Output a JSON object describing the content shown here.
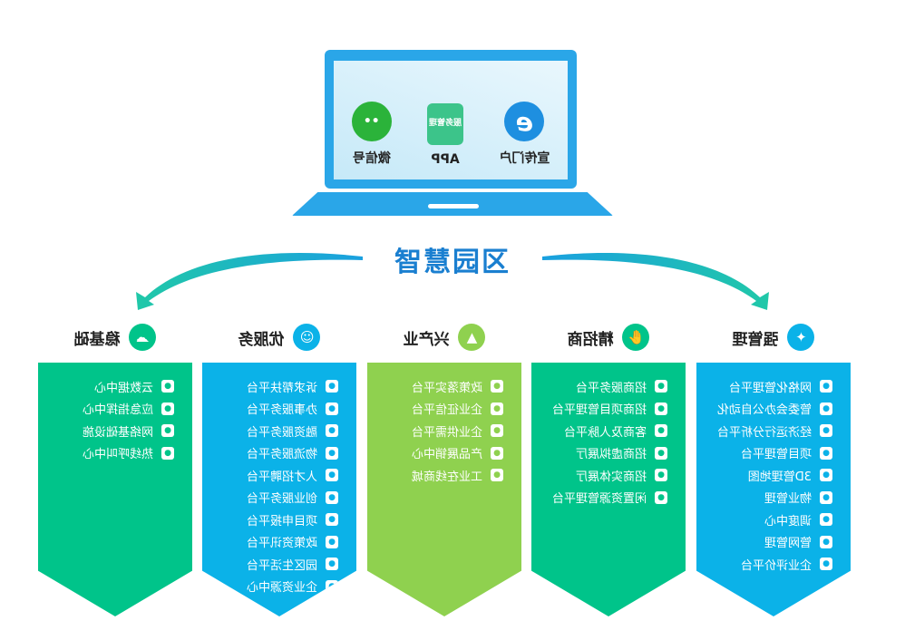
{
  "laptop": {
    "apps": [
      {
        "label": "宣传门户",
        "icon": "ie-browser-icon",
        "glyph": "e"
      },
      {
        "label": "APP",
        "icon": "phone-app-icon",
        "glyph": "服务管理"
      },
      {
        "label": "微信号",
        "icon": "wechat-icon",
        "glyph": "••"
      }
    ]
  },
  "title": "智慧园区",
  "colors": {
    "blue": "#0bb2e8",
    "green": "#00c48a",
    "lime": "#8fd14f",
    "title": "#1a7fd0"
  },
  "columns": [
    {
      "title": "强管理",
      "icon": "wrench-icon",
      "color": "#0bb2e8",
      "items": [
        "网格化管理平台",
        "管委会办公自动化",
        "经济运行分析平台",
        "项目管理平台",
        "3D管理地图",
        "物业管理",
        "调度中心",
        "管网管理",
        "企业评价平台"
      ]
    },
    {
      "title": "精招商",
      "icon": "handshake-icon",
      "color": "#00c48a",
      "items": [
        "招商服务平台",
        "招商项目管理平台",
        "客商及人脉平台",
        "招商虚拟展厅",
        "招商实体展厅",
        "闲置资源管理平台"
      ]
    },
    {
      "title": "兴产业",
      "icon": "growth-chart-icon",
      "color": "#8fd14f",
      "items": [
        "政策落实平台",
        "企业征信平台",
        "企业供需平台",
        "产品展销中心",
        "工业在线商城"
      ]
    },
    {
      "title": "优服务",
      "icon": "smiley-icon",
      "color": "#0bb2e8",
      "items": [
        "诉求帮扶平台",
        "办事服务平台",
        "融资服务平台",
        "物流服务平台",
        "人才招聘平台",
        "创业服务平台",
        "项目申报平台",
        "政策资讯平台",
        "园区生活平台",
        "企业资源中心"
      ]
    },
    {
      "title": "稳基础",
      "icon": "cloud-server-icon",
      "color": "#00c48a",
      "items": [
        "云数据中心",
        "应急指挥中心",
        "网络基础设施",
        "热线呼叫中心"
      ]
    }
  ]
}
